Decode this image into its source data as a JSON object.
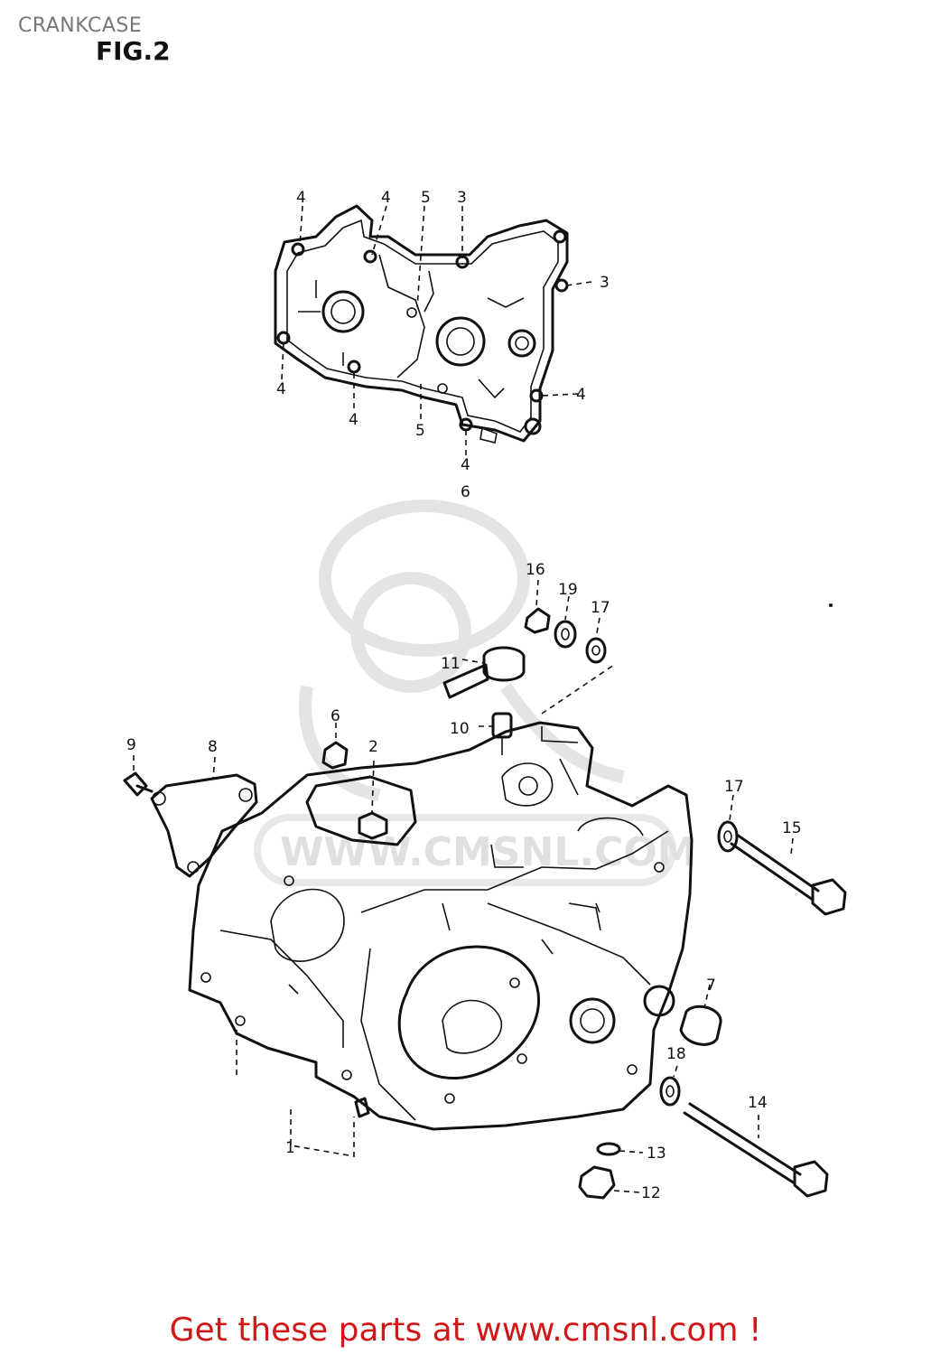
{
  "header": {
    "title": "CRANKCASE",
    "figure_label": "FIG.2"
  },
  "watermark": {
    "text": "WWW.CMSNL.COM"
  },
  "callouts": {
    "gasket_top_4a": "4",
    "gasket_top_4b": "4",
    "gasket_top_5": "5",
    "gasket_top_3": "3",
    "gasket_right_3": "3",
    "gasket_right_4": "4",
    "gasket_left_4": "4",
    "gasket_bottom_4": "4",
    "gasket_bottom_5": "5",
    "gasket_bottom_4b": "4",
    "gasket_bottom_6": "6",
    "part_16": "16",
    "part_19": "19",
    "part_17_top": "17",
    "part_11": "11",
    "part_10": "10",
    "part_6": "6",
    "part_2": "2",
    "part_9": "9",
    "part_8": "8",
    "part_17_right": "17",
    "part_15": "15",
    "part_7": "7",
    "part_18": "18",
    "part_14": "14",
    "part_13": "13",
    "part_12": "12",
    "part_1": "1"
  },
  "footer": {
    "cta": "Get these parts at www.cmsnl.com !"
  }
}
